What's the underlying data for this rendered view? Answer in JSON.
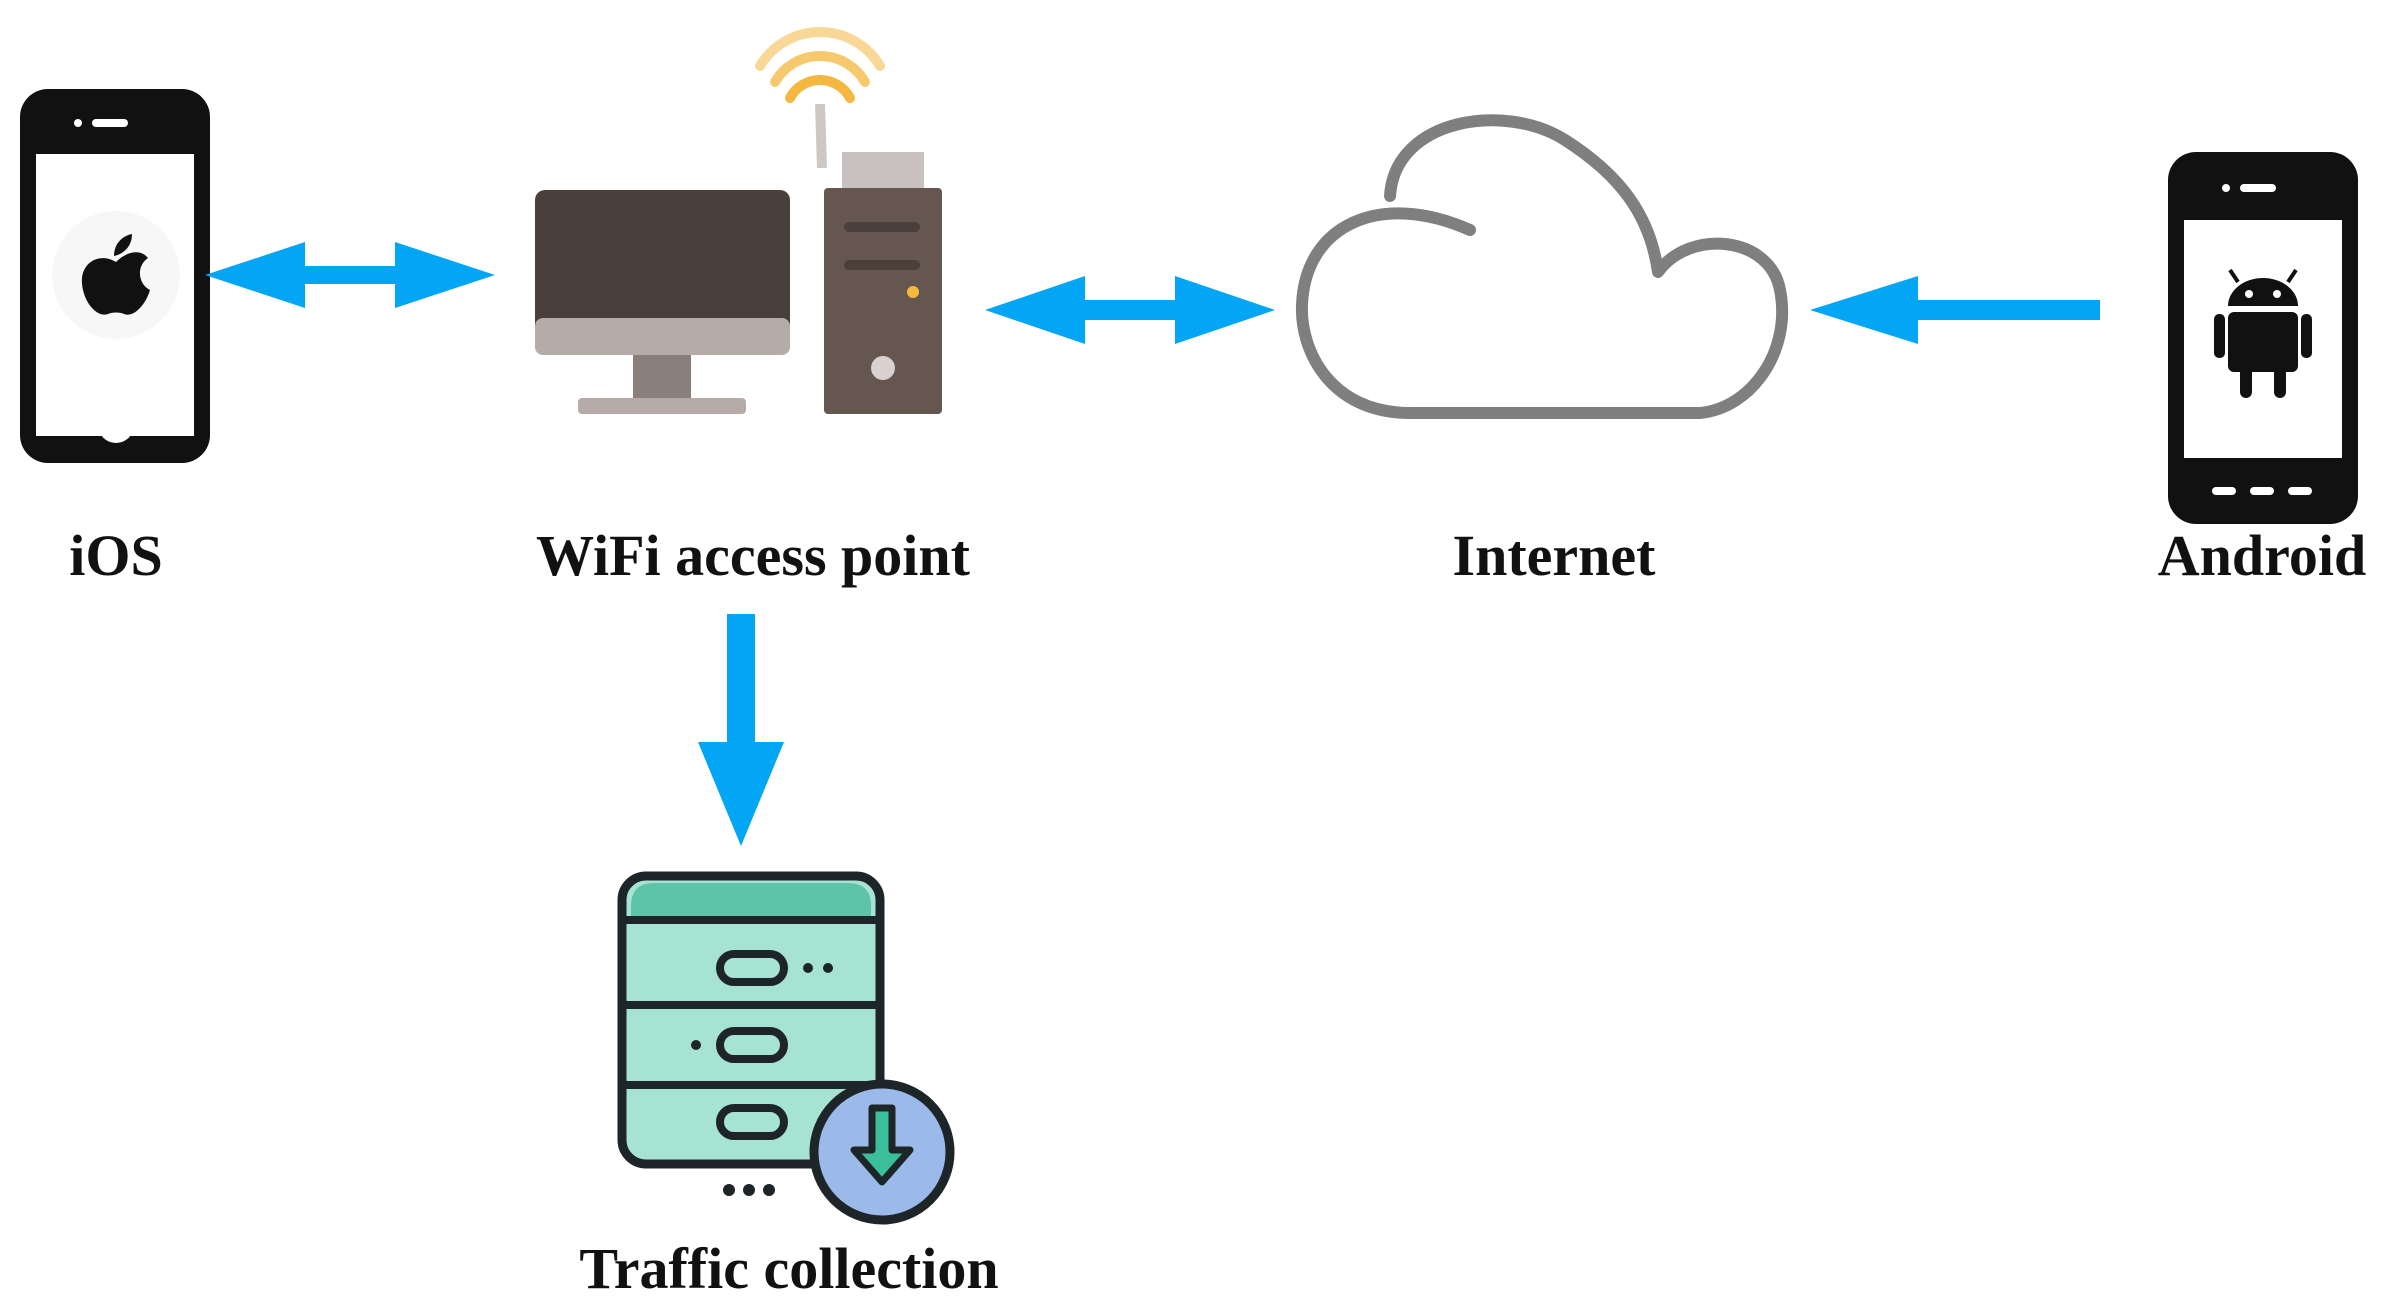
{
  "nodes": {
    "ios": {
      "label": "iOS"
    },
    "wifi": {
      "label": "WiFi access point"
    },
    "internet": {
      "label": "Internet"
    },
    "android": {
      "label": "Android"
    },
    "traffic": {
      "label": "Traffic collection"
    }
  },
  "colors": {
    "arrow": "#03a5f5",
    "phone_body": "#111111",
    "cloud_stroke": "#7f7f7f",
    "monitor_screen": "#4a3f3b",
    "monitor_frame": "#b6aba8",
    "tower": "#655650",
    "wifi_signal": "#f4b73f",
    "server_fill": "#a6e3d2",
    "server_top": "#5ec4a8",
    "download_circle": "#9bb9e9",
    "download_arrow": "#3bbf9a"
  },
  "icons": {
    "ios": "apple-icon",
    "android": "android-icon",
    "wifi": "desktop-computer-icon",
    "internet": "cloud-icon",
    "traffic": "server-download-icon"
  }
}
